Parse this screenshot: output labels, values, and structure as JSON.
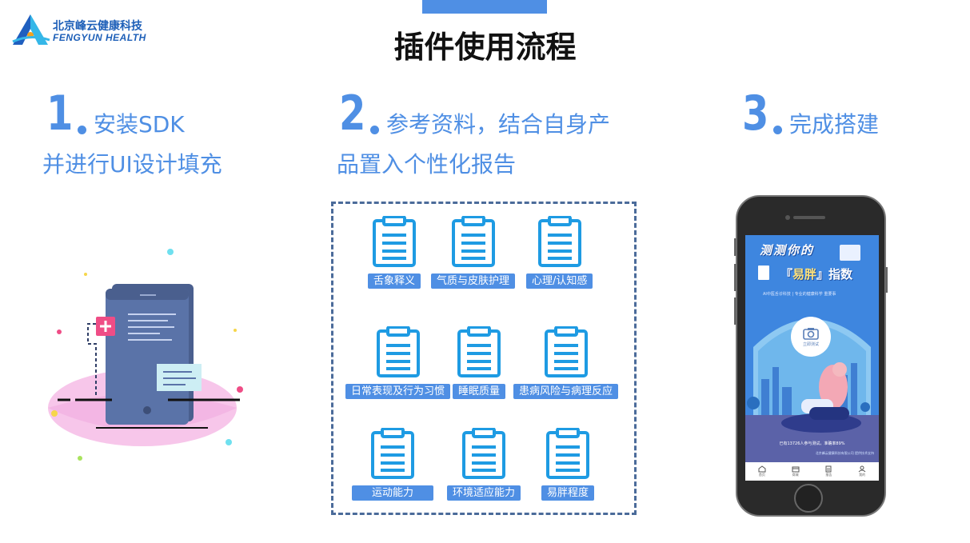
{
  "logo": {
    "cn": "北京峰云健康科技",
    "en": "FENGYUN  HEALTH"
  },
  "title": "插件使用流程",
  "steps": [
    {
      "num": "1",
      "line1": "安装SDK",
      "line2": "并进行UI设计填充"
    },
    {
      "num": "2",
      "line1": "参考资料，结合自身产",
      "line2": "品置入个性化报告"
    },
    {
      "num": "3",
      "line1": "完成搭建"
    }
  ],
  "plugins": [
    {
      "label": "舌象释义"
    },
    {
      "label": "气质与皮肤护理"
    },
    {
      "label": "心理/认知感"
    },
    {
      "label": "日常表现及行为习惯"
    },
    {
      "label": "睡眠质量"
    },
    {
      "label": "患病风险与病理反应"
    },
    {
      "label": "运动能力"
    },
    {
      "label": "环境适应能力"
    },
    {
      "label": "易胖程度"
    }
  ],
  "phone": {
    "title": "测测你的",
    "sub_left": "『",
    "sub_mid": "易胖",
    "sub_right": "』指数",
    "tagline": "AI中医舌诊科技 | 专业的健康科学 重要事",
    "camera_label": "立即测试",
    "stat": "已有13726人参与测试，准确率89%",
    "footer": "北京峰云健康科技有限公司 提供技术支持",
    "nav": [
      {
        "label": "首页"
      },
      {
        "label": "商城"
      },
      {
        "label": "报告"
      },
      {
        "label": "我的"
      }
    ]
  },
  "colors": {
    "accent": "#4f8fe4",
    "icon": "#1e9be3",
    "phone_bg": "#3e86df"
  }
}
